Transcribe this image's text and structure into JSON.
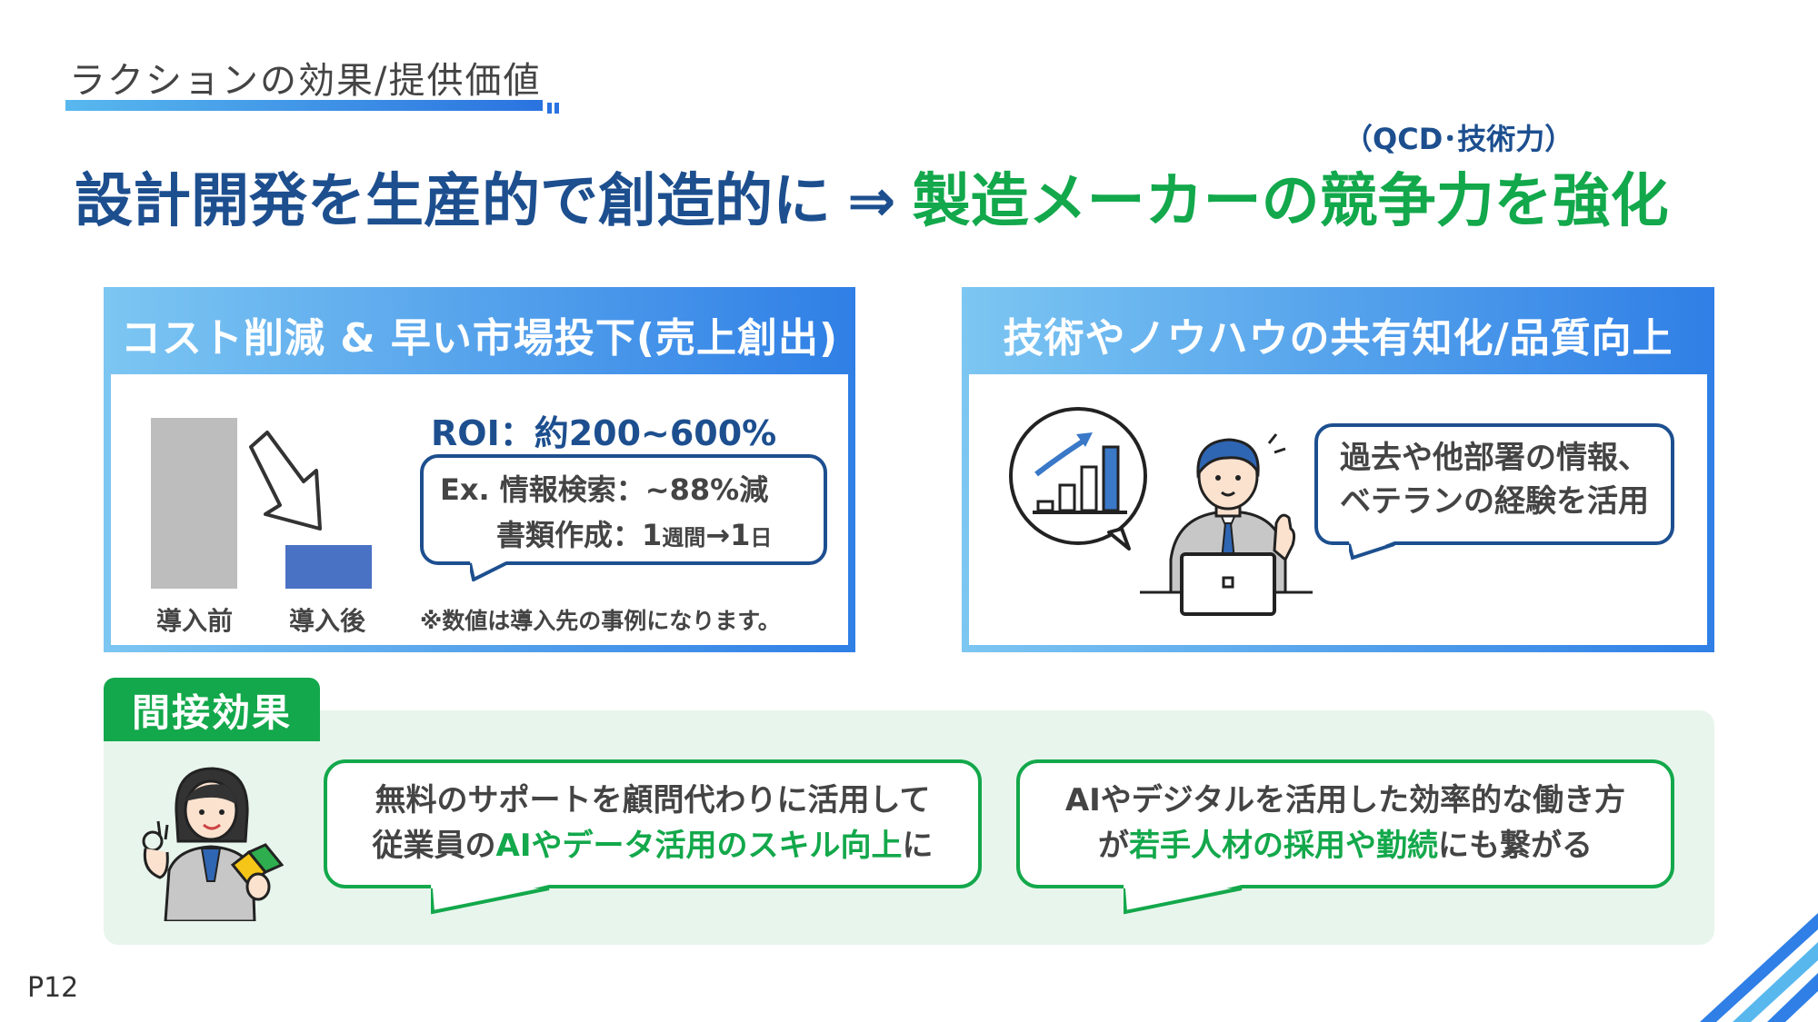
{
  "section": {
    "title": "ラクションの効果/提供価値"
  },
  "headline": {
    "part1": "設計開発を生産的で創造的に",
    "arrow": "⇒",
    "part2": "製造メーカーの競争力を強化",
    "note": "（QCD･技術力）"
  },
  "card_left": {
    "title": "コスト削減 & 早い市場投下(売上創出)",
    "bar_before_label": "導入前",
    "bar_after_label": "導入後",
    "roi": "ROI：約200~600%",
    "ex_line1": "Ex. 情報検索：~88%減",
    "ex_line2_a": "書類作成：1",
    "ex_line2_small": "週間",
    "ex_line2_b": "→1",
    "ex_line2_small2": "日",
    "note": "※数値は導入先の事例になります。"
  },
  "card_right": {
    "title": "技術やノウハウの共有知化/品質向上",
    "bubble_line1": "過去や他部署の情報、",
    "bubble_line2": "ベテランの経験を活用"
  },
  "indirect": {
    "tag": "間接効果",
    "bubble1_line1": "無料のサポートを顧問代わりに活用して",
    "bubble1_line2_a": "従業員の",
    "bubble1_line2_hl": "AIやデータ活用のスキル向上",
    "bubble1_line2_b": "に",
    "bubble2_line1": "AIやデジタルを活用した効率的な働き方",
    "bubble2_line2_a": "が",
    "bubble2_line2_hl": "若手人材の採用や勤続",
    "bubble2_line2_b": "にも繋がる"
  },
  "footer": {
    "page": "P12"
  },
  "colors": {
    "navy": "#1d4f8f",
    "green": "#13a84b",
    "blue_gradient_start": "#7cc6f2",
    "blue_gradient_end": "#2f7fe6"
  }
}
